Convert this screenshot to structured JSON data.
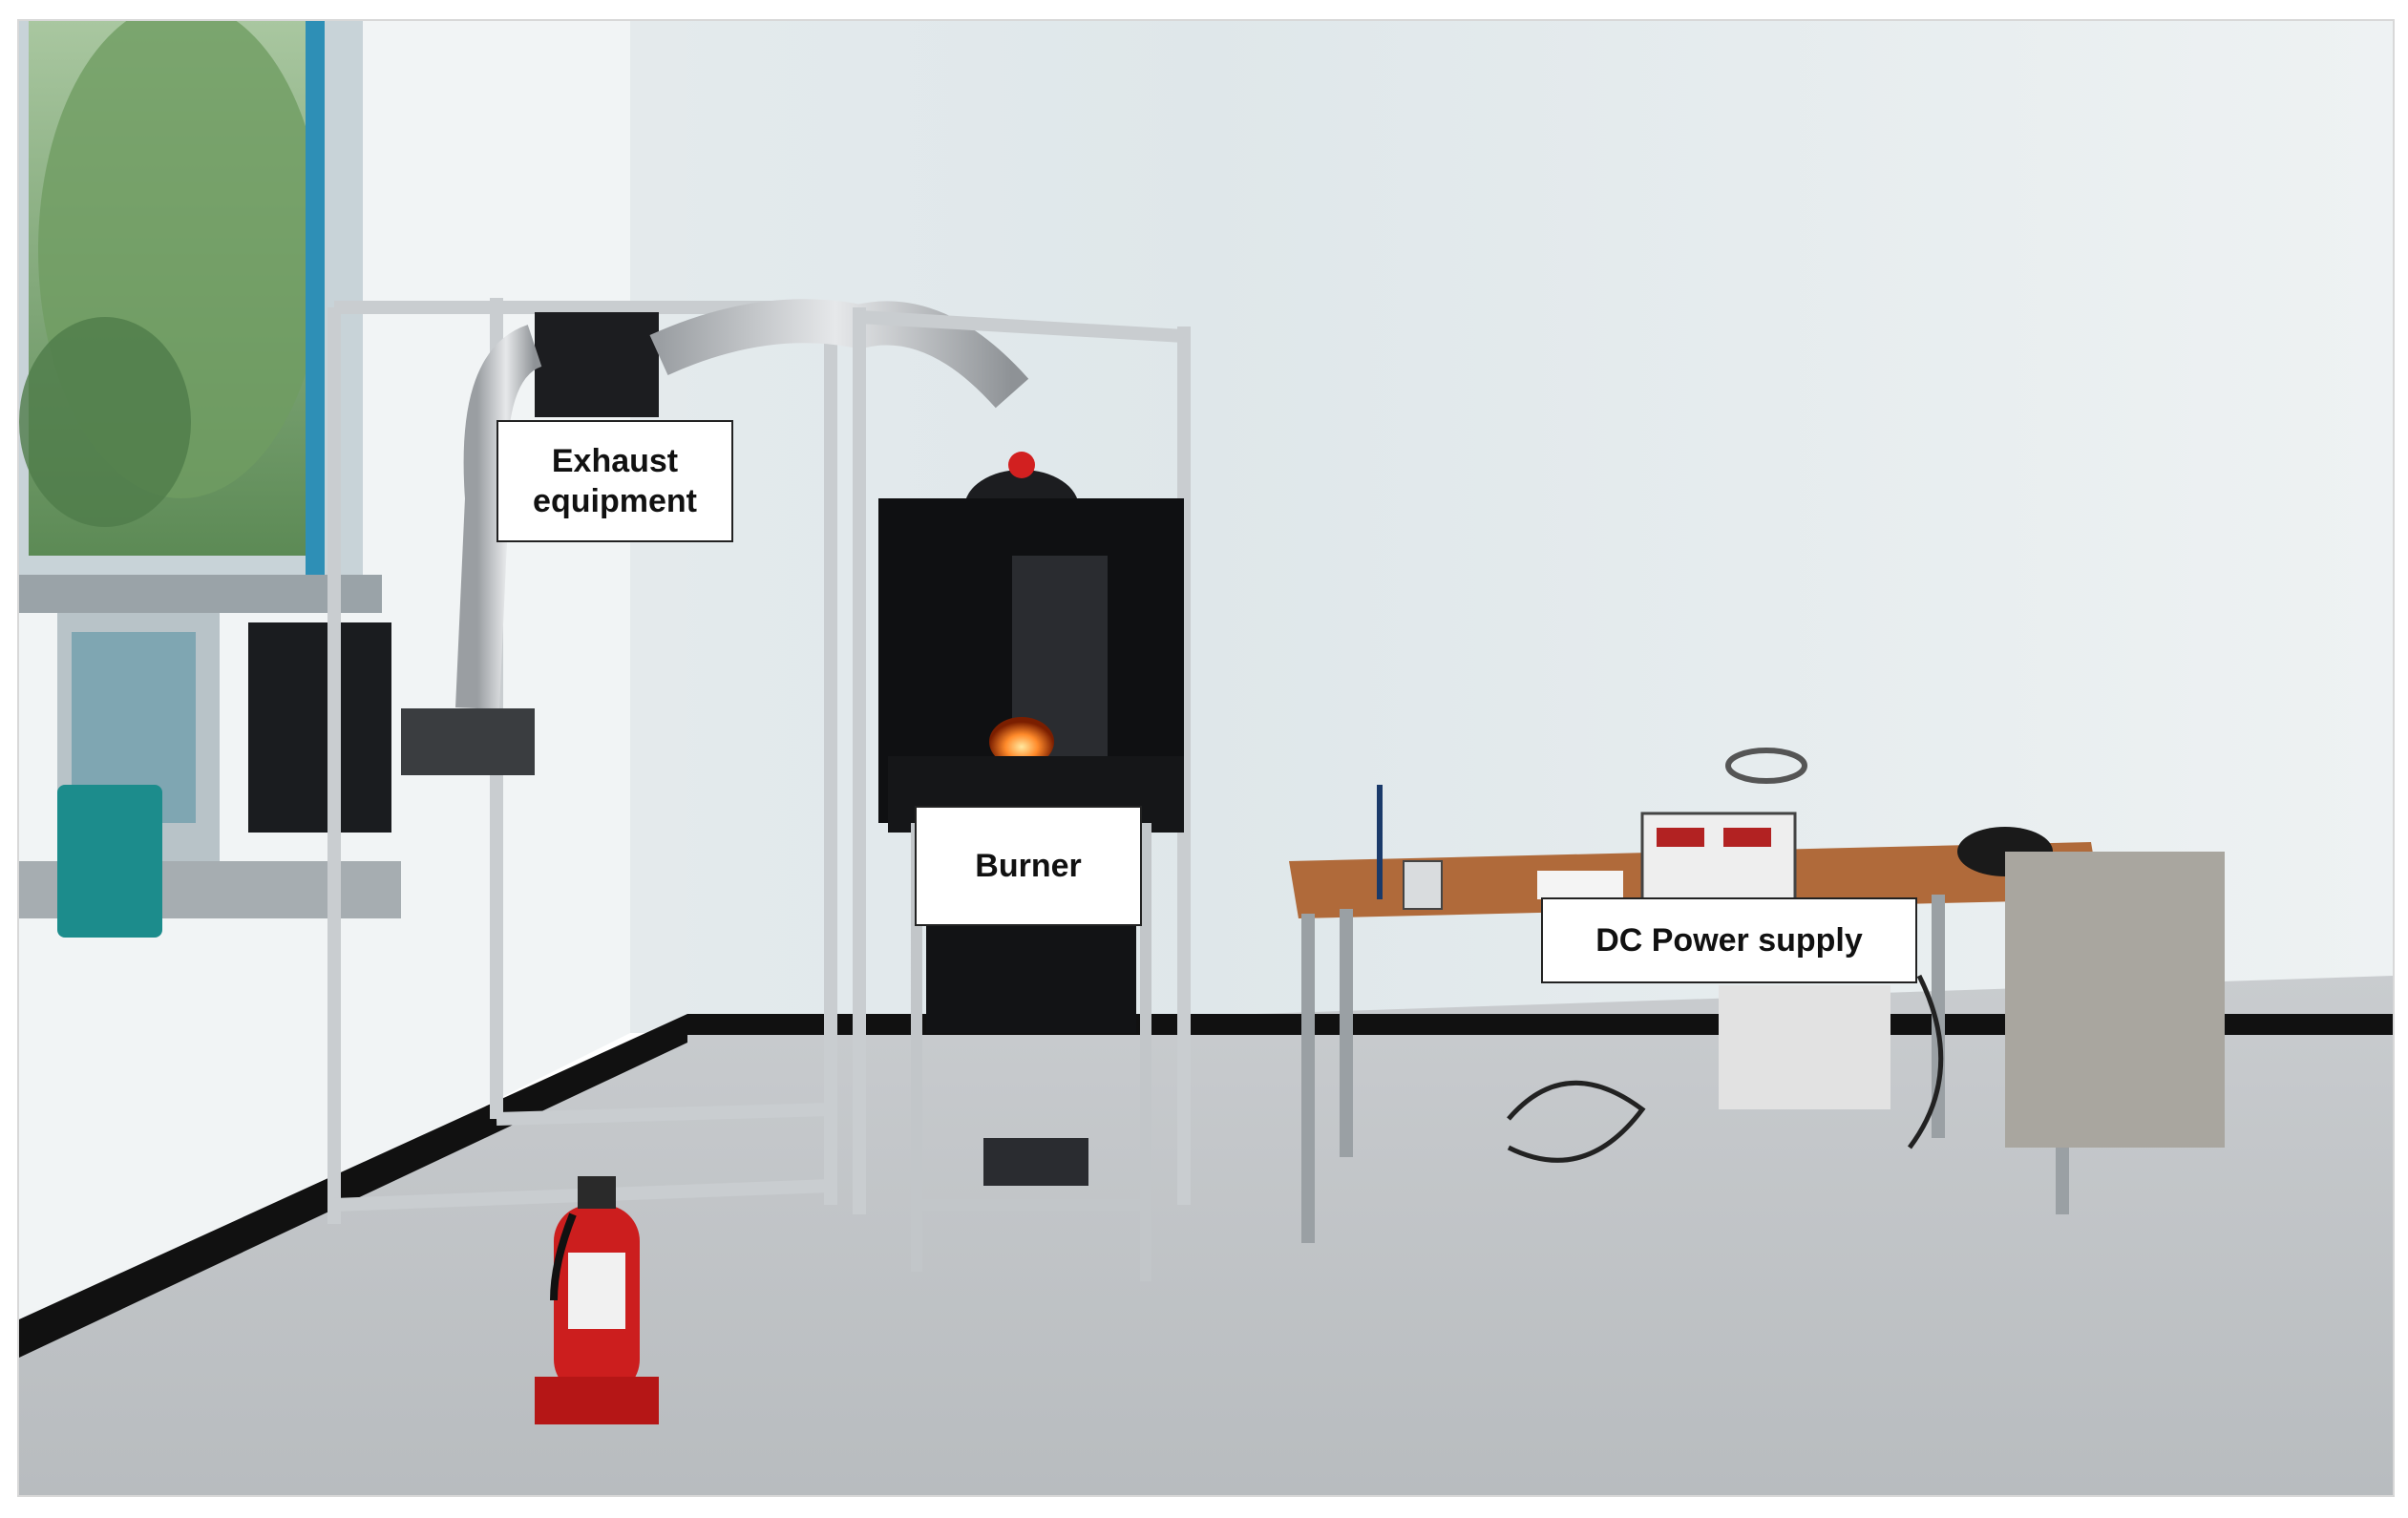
{
  "figure": {
    "labels": {
      "exhaust": "Exhaust equipment",
      "burner": "Burner",
      "dc_power": "DC Power supply"
    }
  }
}
